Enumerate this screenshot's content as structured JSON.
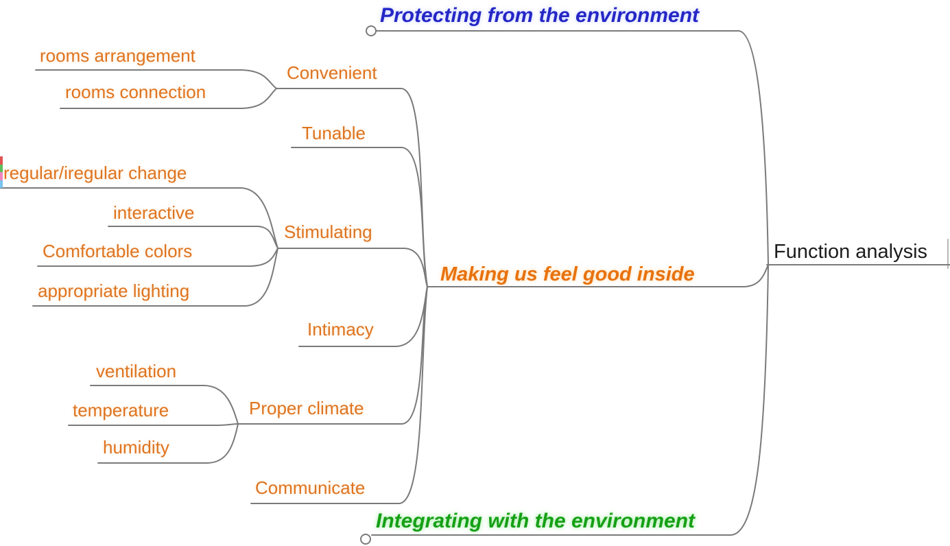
{
  "diagram": {
    "type": "mindmap",
    "direction": "right-to-left"
  },
  "nodes": {
    "function_analysis": {
      "label": "Function analysis"
    },
    "protecting": {
      "label": "Protecting from the environment"
    },
    "making": {
      "label": "Making us feel good inside"
    },
    "integrating": {
      "label": "Integrating with the environment"
    },
    "convenient": {
      "label": "Convenient"
    },
    "tunable": {
      "label": "Tunable"
    },
    "stimulating": {
      "label": "Stimulating"
    },
    "intimacy": {
      "label": "Intimacy"
    },
    "proper_climate": {
      "label": "Proper climate"
    },
    "communicate": {
      "label": "Communicate"
    },
    "rooms_arrangement": {
      "label": "rooms arrangement"
    },
    "rooms_connection": {
      "label": "rooms connection"
    },
    "regular_iregular_change": {
      "label": "regular/iregular change"
    },
    "interactive": {
      "label": "interactive"
    },
    "comfortable_colors": {
      "label": "Comfortable colors"
    },
    "appropriate_lighting": {
      "label": "appropriate lighting"
    },
    "ventilation": {
      "label": "ventilation"
    },
    "temperature": {
      "label": "temperature"
    },
    "humidity": {
      "label": "humidity"
    }
  },
  "structure": {
    "root": "function_analysis",
    "children_of_function_analysis": [
      "protecting",
      "making",
      "integrating"
    ],
    "children_of_making": [
      "convenient",
      "tunable",
      "stimulating",
      "intimacy",
      "proper_climate",
      "communicate"
    ],
    "children_of_convenient": [
      "rooms_arrangement",
      "rooms_connection"
    ],
    "children_of_stimulating": [
      "regular_iregular_change",
      "interactive",
      "comfortable_colors",
      "appropriate_lighting"
    ],
    "children_of_proper_climate": [
      "ventilation",
      "temperature",
      "humidity"
    ],
    "folded_nodes": [
      "protecting",
      "integrating"
    ]
  },
  "colors": {
    "leaf_text": "#de7420",
    "category_orange": "#e8720d",
    "category_blue": "#2527c6",
    "category_green": "#16a016",
    "root_text": "#1c1c1c",
    "line": "#7a7a7a",
    "fold_circle_fill": "#ffffff",
    "clipped_icon_stripe_1": "#e25353",
    "clipped_icon_stripe_2": "#5cbe5c",
    "clipped_icon_stripe_3": "#ef86c3",
    "clipped_icon_stripe_4": "#79c4ee"
  }
}
